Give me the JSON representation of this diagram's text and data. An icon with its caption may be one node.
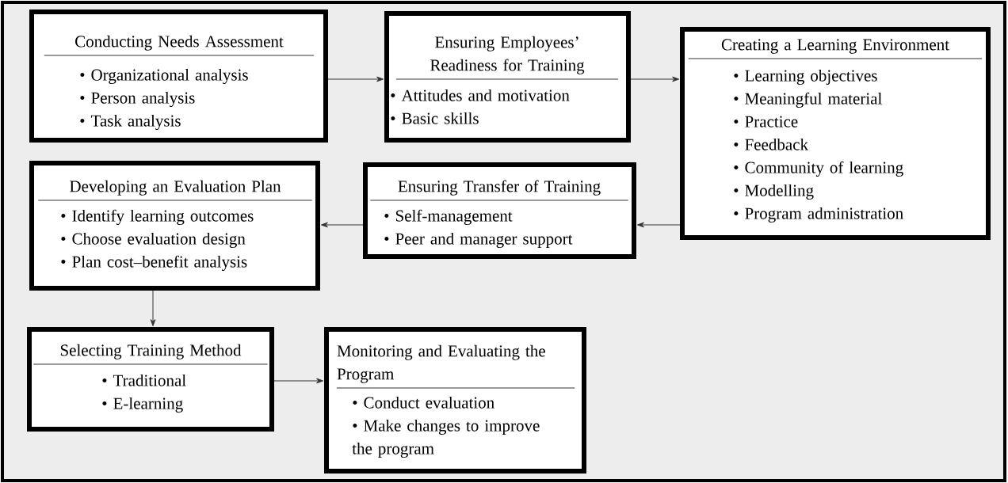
{
  "diagram": {
    "nodes": [
      {
        "text": [
          "Conducting Needs Assessment",
          "• Organizational analysis",
          "• Person analysis",
          "• Task analysis"
        ]
      },
      {
        "text": [
          "Ensuring Employees’ Readiness for Training",
          "• Attitudes and motivation",
          "• Basic skills"
        ]
      },
      {
        "text": [
          "Creating a Learning Environment",
          "• Learning objectives",
          "• Meaningful material",
          "• Practice",
          "• Feedback",
          "• Community of learning",
          "• Modelling",
          "• Program administration"
        ]
      },
      {
        "text": [
          "Developing an Evaluation Plan",
          "• Identify learning outcomes",
          "• Choose evaluation design",
          "• Plan cost–benefit analysis"
        ]
      },
      {
        "text": [
          "Ensuring Transfer of Training",
          "• Self-management",
          "• Peer and manager support"
        ]
      },
      {
        "text": [
          "Selecting Training Method",
          "• Traditional",
          "• E-learning"
        ]
      },
      {
        "text": [
          "Monitoring and Evaluating the Program",
          "• Conduct evaluation",
          "• Make changes to improve the program"
        ]
      }
    ],
    "edges": [
      {
        "from": 0,
        "to": 1,
        "arrow": "to"
      },
      {
        "from": 1,
        "to": 2,
        "arrow": "to"
      },
      {
        "from": 2,
        "to": 4,
        "arrow": "to"
      },
      {
        "from": 4,
        "to": 3,
        "arrow": "to"
      },
      {
        "from": 3,
        "to": 5,
        "arrow": "to"
      },
      {
        "from": 5,
        "to": 6,
        "arrow": "to"
      }
    ]
  }
}
